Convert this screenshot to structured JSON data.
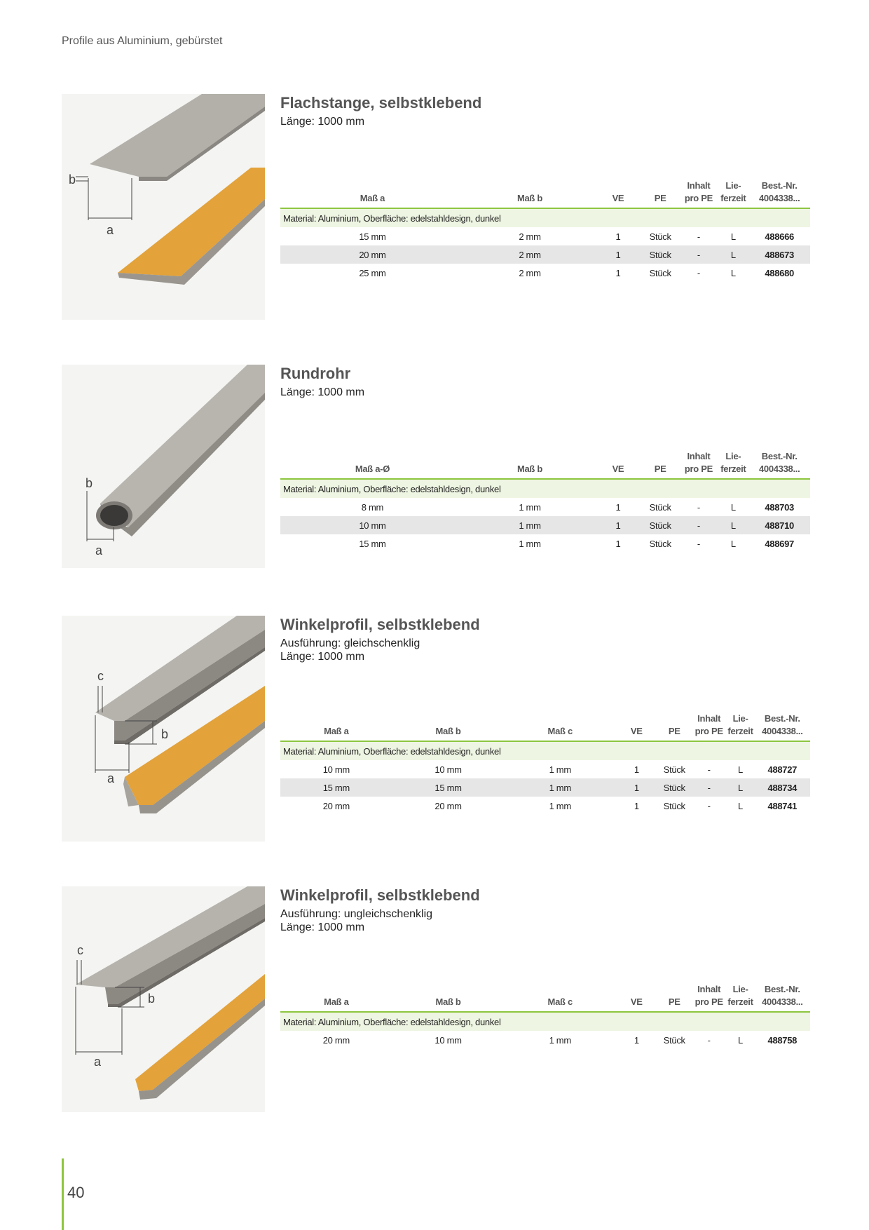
{
  "running_head": "Profile aus Aluminium, gebürstet",
  "page_number": "40",
  "headers": {
    "inhalt_line1": "Inhalt",
    "inhalt_line2": "pro PE",
    "lie_line1": "Lie-",
    "lie_line2": "ferzeit",
    "best_line1": "Best.-Nr.",
    "best_line2": "4004338...",
    "ve": "VE",
    "pe": "PE"
  },
  "sections": [
    {
      "title": "Flachstange, selbstklebend",
      "subtitle": [
        "Länge: 1000 mm"
      ],
      "cols": [
        "Maß a",
        "Maß b"
      ],
      "material": "Material: Aluminium, Oberfläche: edelstahldesign, dunkel",
      "rows": [
        [
          "15 mm",
          "2 mm",
          "1",
          "Stück",
          "-",
          "L",
          "488666"
        ],
        [
          "20 mm",
          "2 mm",
          "1",
          "Stück",
          "-",
          "L",
          "488673"
        ],
        [
          "25 mm",
          "2 mm",
          "1",
          "Stück",
          "-",
          "L",
          "488680"
        ]
      ],
      "image_labels": [
        "b",
        "a"
      ]
    },
    {
      "title": "Rundrohr",
      "subtitle": [
        "Länge: 1000 mm"
      ],
      "cols": [
        "Maß a-Ø",
        "Maß b"
      ],
      "material": "Material: Aluminium, Oberfläche: edelstahldesign, dunkel",
      "rows": [
        [
          "8 mm",
          "1 mm",
          "1",
          "Stück",
          "-",
          "L",
          "488703"
        ],
        [
          "10 mm",
          "1 mm",
          "1",
          "Stück",
          "-",
          "L",
          "488710"
        ],
        [
          "15 mm",
          "1 mm",
          "1",
          "Stück",
          "-",
          "L",
          "488697"
        ]
      ],
      "image_labels": [
        "b",
        "a"
      ]
    },
    {
      "title": "Winkelprofil, selbstklebend",
      "subtitle": [
        "Ausführung: gleichschenklig",
        "Länge: 1000 mm"
      ],
      "cols": [
        "Maß a",
        "Maß b",
        "Maß c"
      ],
      "material": "Material: Aluminium, Oberfläche: edelstahldesign, dunkel",
      "rows": [
        [
          "10 mm",
          "10 mm",
          "1 mm",
          "1",
          "Stück",
          "-",
          "L",
          "488727"
        ],
        [
          "15 mm",
          "15 mm",
          "1 mm",
          "1",
          "Stück",
          "-",
          "L",
          "488734"
        ],
        [
          "20 mm",
          "20 mm",
          "1 mm",
          "1",
          "Stück",
          "-",
          "L",
          "488741"
        ]
      ],
      "image_labels": [
        "c",
        "b",
        "a"
      ]
    },
    {
      "title": "Winkelprofil, selbstklebend",
      "subtitle": [
        "Ausführung: ungleichschenklig",
        "Länge: 1000 mm"
      ],
      "cols": [
        "Maß a",
        "Maß b",
        "Maß c"
      ],
      "material": "Material: Aluminium, Oberfläche: edelstahldesign, dunkel",
      "rows": [
        [
          "20 mm",
          "10 mm",
          "1 mm",
          "1",
          "Stück",
          "-",
          "L",
          "488758"
        ]
      ],
      "image_labels": [
        "c",
        "b",
        "a"
      ]
    }
  ],
  "colors": {
    "accent": "#8dc63f",
    "material_bg": "#eef5e2",
    "alt_row": "#e6e6e6",
    "adhesive": "#e3a23a",
    "metal": "#a7a49e"
  }
}
